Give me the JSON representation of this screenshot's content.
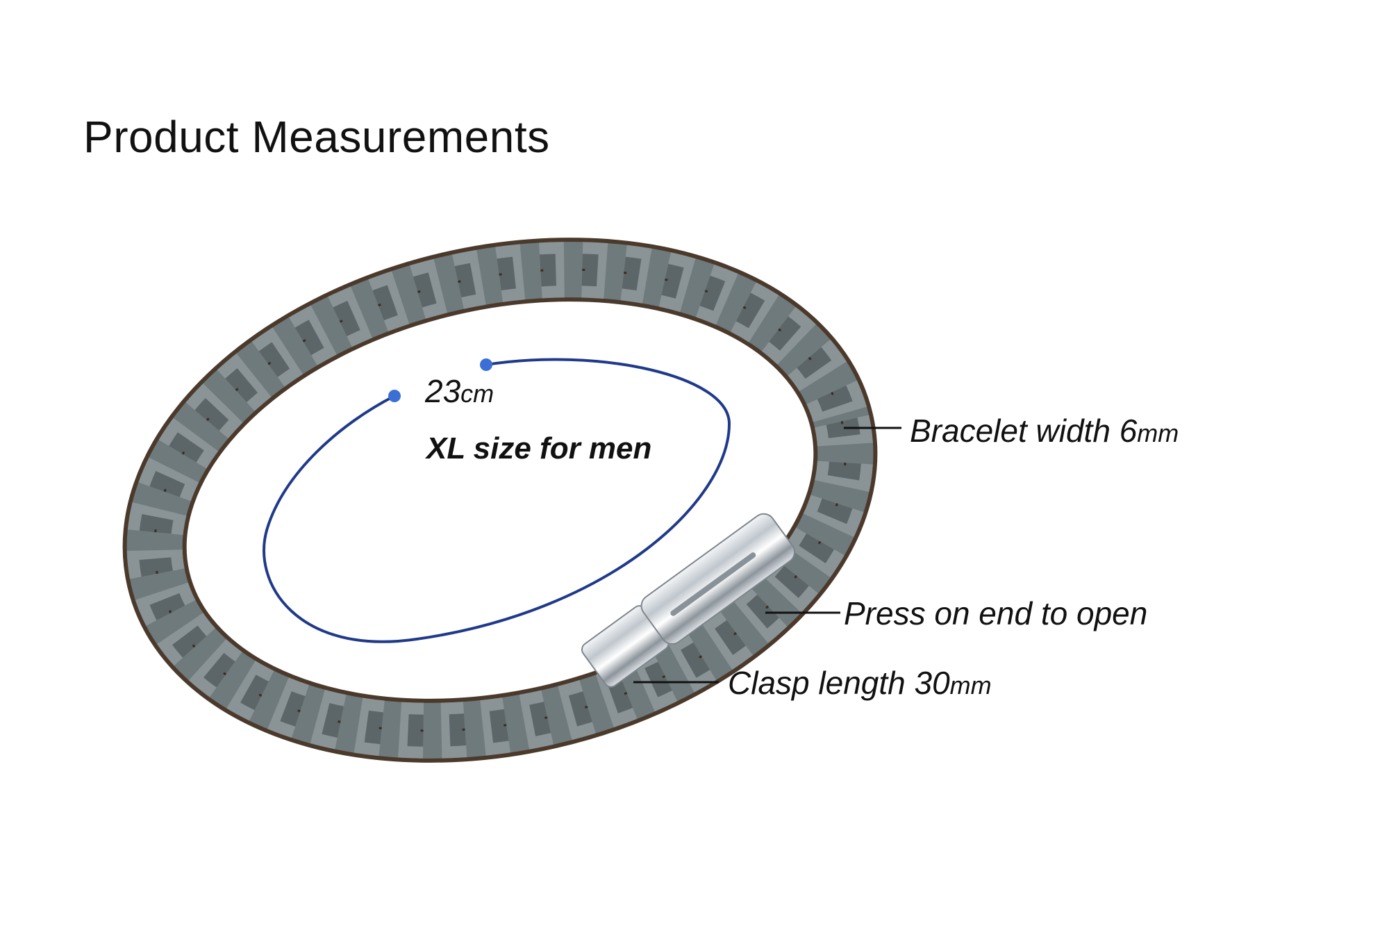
{
  "title": "Product Measurements",
  "circumference": {
    "value": "23",
    "unit": "cm"
  },
  "size_note": "XL size for men",
  "callouts": {
    "bracelet_width": {
      "text": "Bracelet width 6",
      "unit": "mm"
    },
    "press_to_open": {
      "text": "Press on end to open"
    },
    "clasp_length": {
      "text": "Clasp length 30",
      "unit": "mm"
    }
  },
  "colors": {
    "measure_line": "#1f3a8a",
    "measure_dot": "#3b6fd6",
    "leather": "#6f7a7c",
    "leather_dark": "#4b3a2c",
    "steel": "#d8dde2"
  }
}
